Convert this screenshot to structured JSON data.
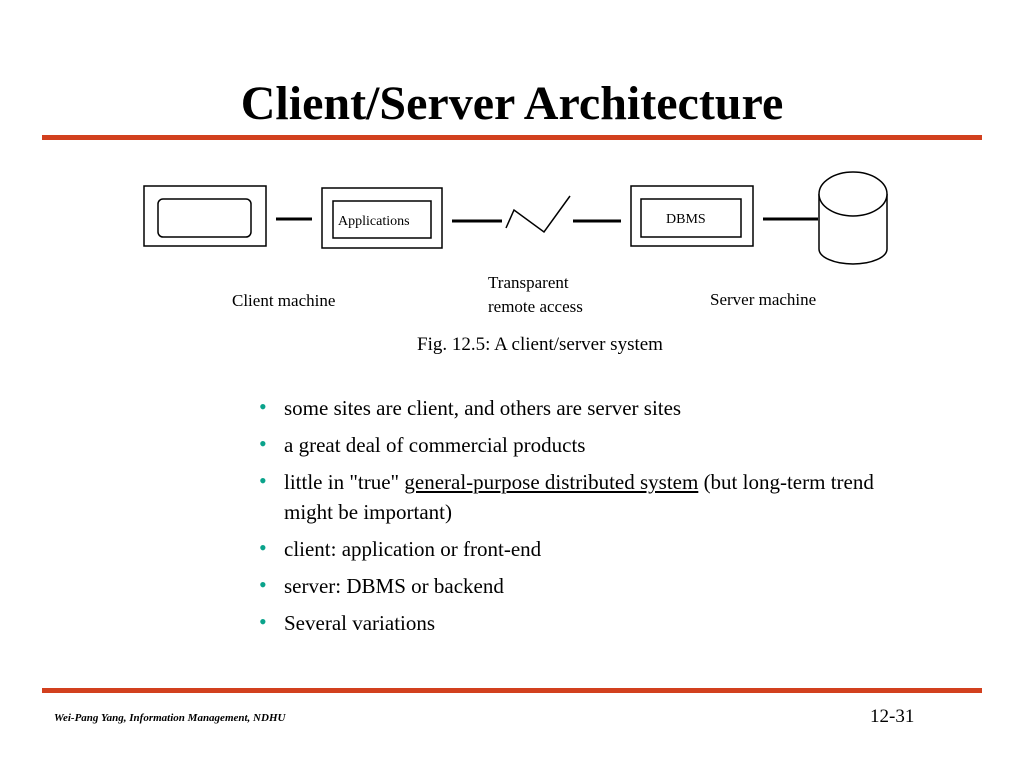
{
  "slide": {
    "title": "Client/Server Architecture",
    "figure": {
      "applications_label": "Applications",
      "dbms_label": "DBMS",
      "transparent_line1": "Transparent",
      "transparent_line2": "remote access",
      "client_label": "Client machine",
      "server_label": "Server machine",
      "caption": "Fig. 12.5: A client/server system"
    },
    "bullets": [
      "some sites are client, and others are server sites",
      "a great deal of commercial products",
      {
        "prefix": "little in \"true\" ",
        "link": "general-purpose distributed system",
        "suffix": " (but long-term trend might be important)"
      },
      "client: application or front-end",
      "server: DBMS or backend",
      "Several variations"
    ],
    "footer": {
      "author": "Wei-Pang Yang, Information Management, NDHU",
      "page": "12-31"
    },
    "colors": {
      "rule": "#d2401e",
      "bullet": "#0aa38b"
    }
  }
}
